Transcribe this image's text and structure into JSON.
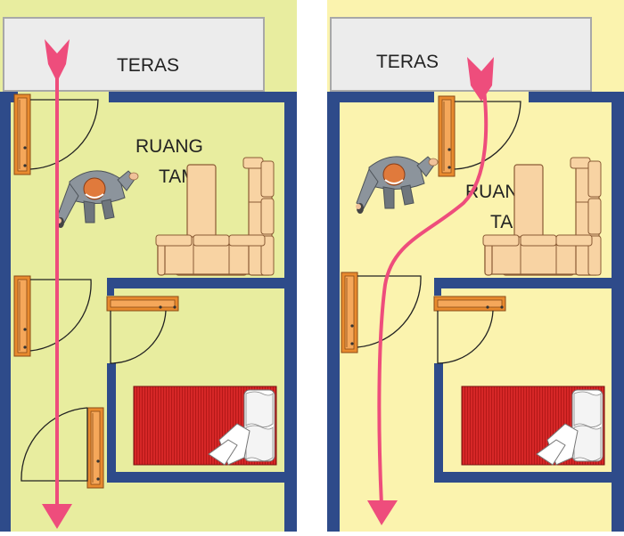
{
  "panels": [
    {
      "terrace_label": "TERAS",
      "living_room_label_line1": "RUANG",
      "living_room_label_line2": "TAMU"
    },
    {
      "terrace_label": "TERAS",
      "living_room_label_line1": "RUANG",
      "living_room_label_line2": "TAMU"
    }
  ],
  "colors": {
    "floor_left": "#e8ed9f",
    "floor_right": "#fbf3ae",
    "terrace": "#ececec",
    "wall": "#2e4b8a",
    "door": "#e88a2e",
    "arrow": "#ee4d7c",
    "sofa": "#f8d3a3",
    "bed": "#d62727",
    "shirt": "#8c949c",
    "hair": "#e07a3c"
  },
  "icons": [
    "walk-path-arrow",
    "person-topview-icon",
    "sofa-icon",
    "bed-icon",
    "door-swing-icon"
  ]
}
